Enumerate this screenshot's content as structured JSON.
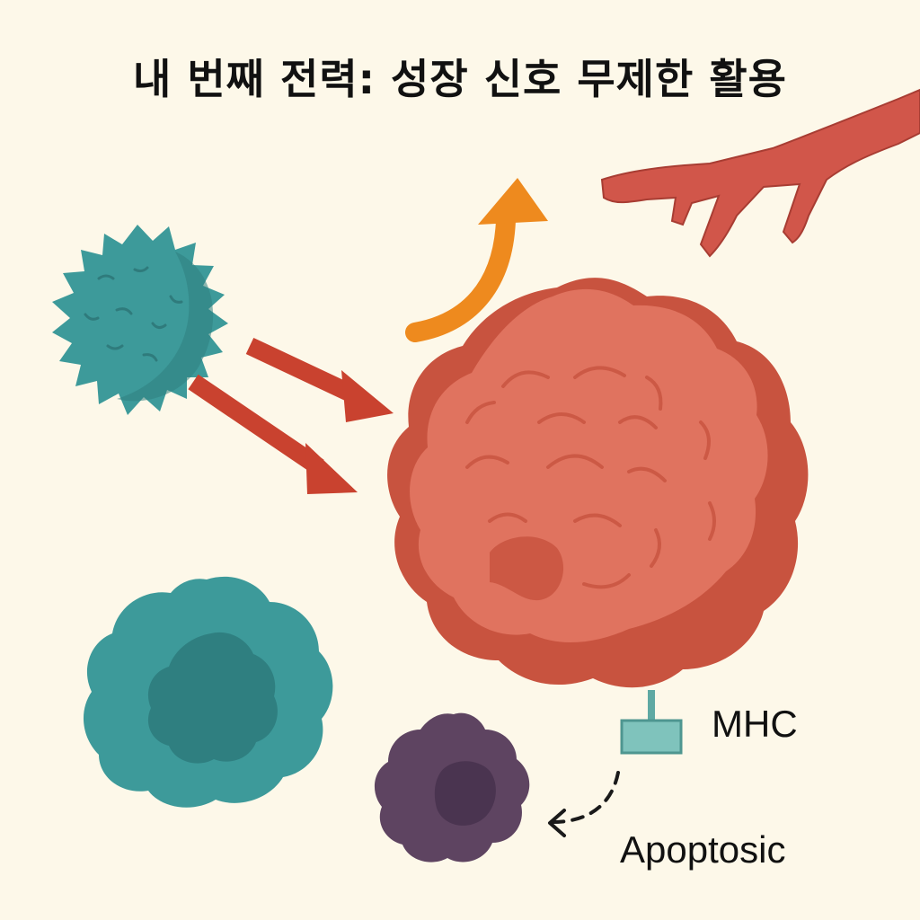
{
  "title": "내 번째 전력: 성장 신호 무제한 활용",
  "labels": {
    "mhc": "MHC",
    "apoptosis": "Apoptosic"
  },
  "colors": {
    "background": "#fdf8e9",
    "tumor": "#e0735f",
    "tumor_shadow": "#c8533f",
    "teal_cell": "#3d9a9a",
    "teal_dark": "#2f7f80",
    "signal_arrow": "#c9422f",
    "growth_arrow": "#ee8a1e",
    "vessel": "#d1564a",
    "apoptotic_cell": "#5e4461",
    "mhc_receptor": "#7fc3bc"
  }
}
